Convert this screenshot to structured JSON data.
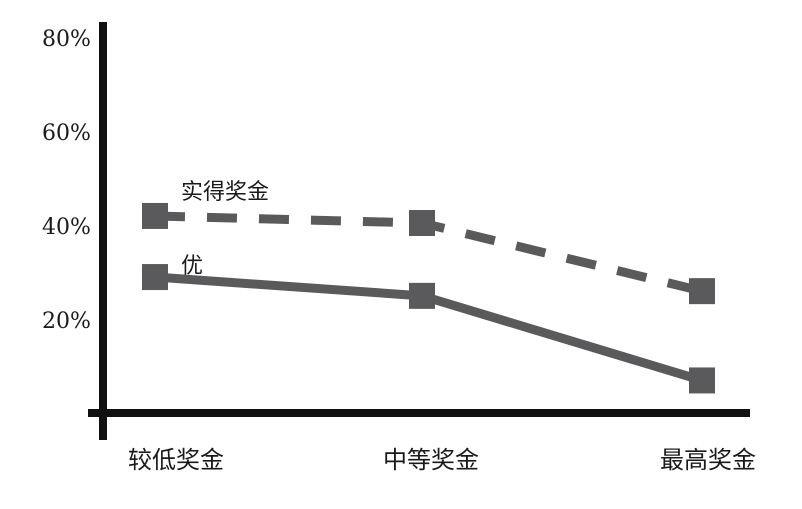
{
  "chart_data": {
    "type": "line",
    "categories": [
      "较低奖金",
      "中等奖金",
      "最高奖金"
    ],
    "yticks": [
      "20%",
      "40%",
      "60%",
      "80%"
    ],
    "ytick_values": [
      20,
      40,
      60,
      80
    ],
    "ylim": [
      0,
      82
    ],
    "title": "",
    "xlabel": "",
    "ylabel": "",
    "grid": false,
    "series": [
      {
        "name": "实得奖金",
        "values": [
          41.5,
          40.0,
          25.5
        ],
        "line_style": "dashed",
        "color": "#5a5a5c"
      },
      {
        "name": "优",
        "values": [
          28.5,
          24.5,
          6.5
        ],
        "line_style": "solid",
        "color": "#5a5a5c"
      }
    ]
  },
  "colors": {
    "axis": "#111111",
    "series": "#5a5a5c"
  }
}
